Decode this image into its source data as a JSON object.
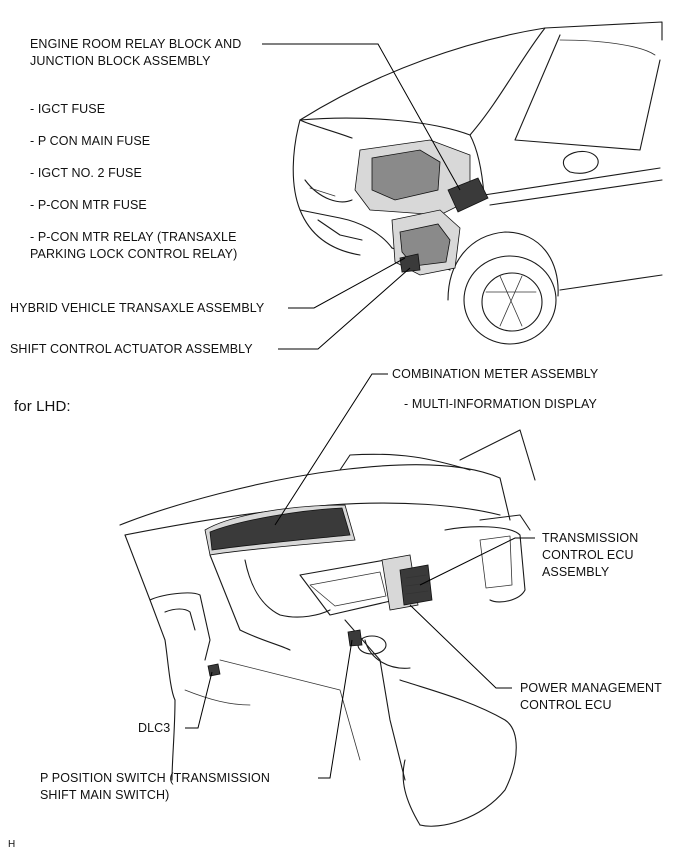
{
  "labels": {
    "relay_block_line1": "ENGINE ROOM RELAY BLOCK AND",
    "relay_block_line2": "JUNCTION BLOCK ASSEMBLY",
    "fuse_igct": "- IGCT FUSE",
    "fuse_pcon_main": "- P CON MAIN FUSE",
    "fuse_igct_no2": "- IGCT NO. 2 FUSE",
    "fuse_pcon_mtr": "- P-CON MTR FUSE",
    "relay_pcon_mtr_line1": "- P-CON MTR RELAY (TRANSAXLE",
    "relay_pcon_mtr_line2": "PARKING LOCK CONTROL RELAY)",
    "transaxle": "HYBRID VEHICLE TRANSAXLE ASSEMBLY",
    "shift_actuator": "SHIFT CONTROL ACTUATOR ASSEMBLY",
    "for_lhd": "for LHD:",
    "combination_meter": "COMBINATION METER ASSEMBLY",
    "multi_info": "- MULTI-INFORMATION DISPLAY",
    "tcu_line1": "TRANSMISSION",
    "tcu_line2": "CONTROL ECU",
    "tcu_line3": "ASSEMBLY",
    "pm_ecu_line1": "POWER MANAGEMENT",
    "pm_ecu_line2": "CONTROL ECU",
    "dlc3": "DLC3",
    "p_switch_line1": "P POSITION SWITCH (TRANSMISSION",
    "p_switch_line2": "SHIFT MAIN SWITCH)",
    "corner_mark": "H"
  }
}
